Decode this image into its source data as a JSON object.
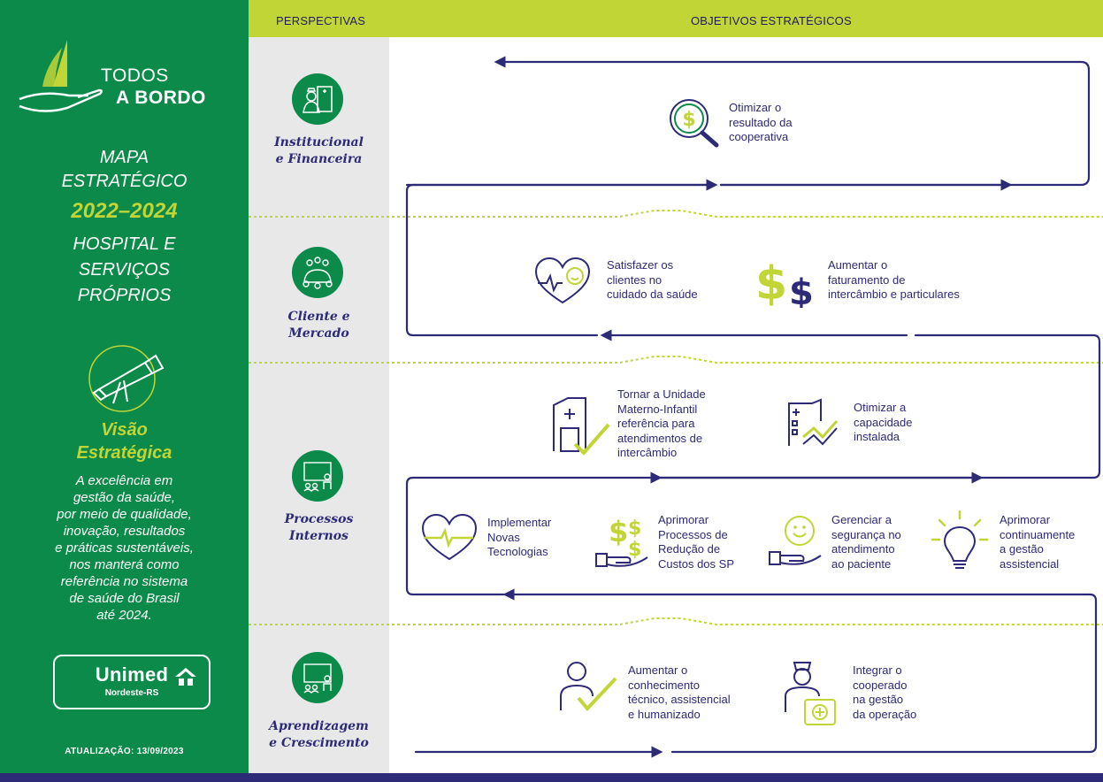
{
  "brand": {
    "line1": "TODOS",
    "line2": "A BORDO"
  },
  "sidebar": {
    "mapa": "MAPA",
    "estrategico": "ESTRATÉGICO",
    "years": "2022–2024",
    "hospital_lines": [
      "HOSPITAL E",
      "SERVIÇOS",
      "PRÓPRIOS"
    ],
    "visao_title_lines": [
      "Visão",
      "Estratégica"
    ],
    "visao_lines": [
      "A excelência em",
      "gestão da saúde,",
      "por meio de qualidade,",
      "inovação, resultados",
      "e práticas sustentáveis,",
      "nos manterá como",
      "referência no sistema",
      "de saúde do Brasil",
      "até 2024."
    ],
    "unimed_name": "Unimed",
    "unimed_sub": "Nordeste-RS",
    "update": "ATUALIZAÇÃO: 13/09/2023"
  },
  "header": {
    "perspectivas": "PERSPECTIVAS",
    "objetivos": "OBJETIVOS ESTRATÉGICOS"
  },
  "perspectives": [
    {
      "lines": [
        "Institucional",
        "e Financeira"
      ]
    },
    {
      "lines": [
        "Cliente e",
        "Mercado"
      ]
    },
    {
      "lines": [
        "Processos",
        "Internos"
      ]
    },
    {
      "lines": [
        "Aprendizagem",
        "e  Crescimento"
      ]
    }
  ],
  "objectives": {
    "otimizar_resultado": [
      "Otimizar o",
      "resultado da",
      "cooperativa"
    ],
    "satisfazer": [
      "Satisfazer os",
      "clientes no",
      "cuidado da saúde"
    ],
    "faturamento": [
      "Aumentar o",
      "faturamento de",
      "intercâmbio e particulares"
    ],
    "materno": [
      "Tornar a Unidade",
      "Materno-Infantil",
      "referência para",
      "atendimentos de",
      "intercâmbio"
    ],
    "capacidade": [
      "Otimizar a",
      "capacidade",
      "instalada"
    ],
    "tecnologias": [
      "Implementar",
      "Novas",
      "Tecnologias"
    ],
    "custos": [
      "Aprimorar",
      "Processos de",
      "Redução de",
      "Custos dos SP"
    ],
    "seguranca": [
      "Gerenciar a",
      "segurança no",
      "atendimento",
      "ao paciente"
    ],
    "gestao_assistencial": [
      "Aprimorar",
      "continuamente",
      "a gestão",
      "assistencial"
    ],
    "conhecimento": [
      "Aumentar o",
      "conhecimento",
      "técnico, assistencial",
      "e humanizado"
    ],
    "cooperado": [
      "Integrar o",
      "cooperado",
      "na gestão",
      "da operação"
    ]
  },
  "colors": {
    "green": "#0b8a4a",
    "lime": "#c2d536",
    "navy": "#2d2a78"
  }
}
